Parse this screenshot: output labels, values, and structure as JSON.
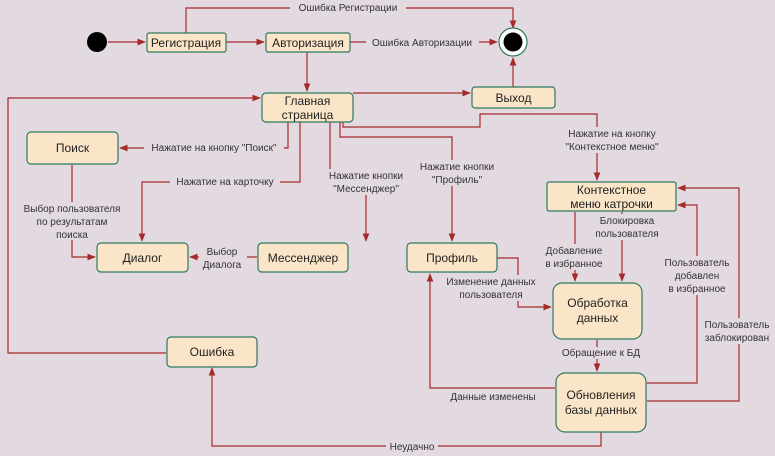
{
  "nodes": {
    "registration": "Регистрация",
    "authorization": "Авторизация",
    "main_page": [
      "Главная",
      "страница"
    ],
    "exit": "Выход",
    "search": "Поиск",
    "dialog": "Диалог",
    "messenger": "Мессенджер",
    "profile": "Профиль",
    "context_menu": [
      "Контекстное",
      "меню катрочки"
    ],
    "data_processing": [
      "Обработка",
      "данных"
    ],
    "db_update": [
      "Обновления",
      "базы данных"
    ],
    "error": "Ошибка"
  },
  "edges": {
    "registration_error": "Ошибка Регистрации",
    "authorization_error": "Ошибка Авторизации",
    "search_button": "Нажатие на кнопку \"Поиск\"",
    "card_click": "Нажатие на карточку",
    "messenger_button": [
      "Нажатие кнопки",
      "\"Мессенджер\""
    ],
    "profile_button": [
      "Нажатие кнопки",
      "\"Профиль\""
    ],
    "context_menu_button": [
      "Нажатие на кнопку",
      "\"Контекстное меню\""
    ],
    "user_selection": [
      "Выбор пользователя",
      "по результатам",
      "поиска"
    ],
    "dialog_selection": [
      "Выбор",
      "Диалога"
    ],
    "block_user": [
      "Блокировка",
      "пользователя"
    ],
    "add_favorites": [
      "Добавление",
      "в избранное"
    ],
    "user_added_favorites": [
      "Пользователь",
      "добавлен",
      "в избранное"
    ],
    "change_user_data": [
      "Изменение данных",
      "пользователя"
    ],
    "user_blocked": [
      "Пользователь",
      "заблокирован"
    ],
    "db_request": "Обращение к БД",
    "data_changed": "Данные изменены",
    "failed": "Неудачно"
  },
  "colors": {
    "node_fill": "#fbe5c8",
    "node_stroke": "#2d7a5f",
    "edge": "#a52a2a",
    "background": "#e3d9e0"
  }
}
